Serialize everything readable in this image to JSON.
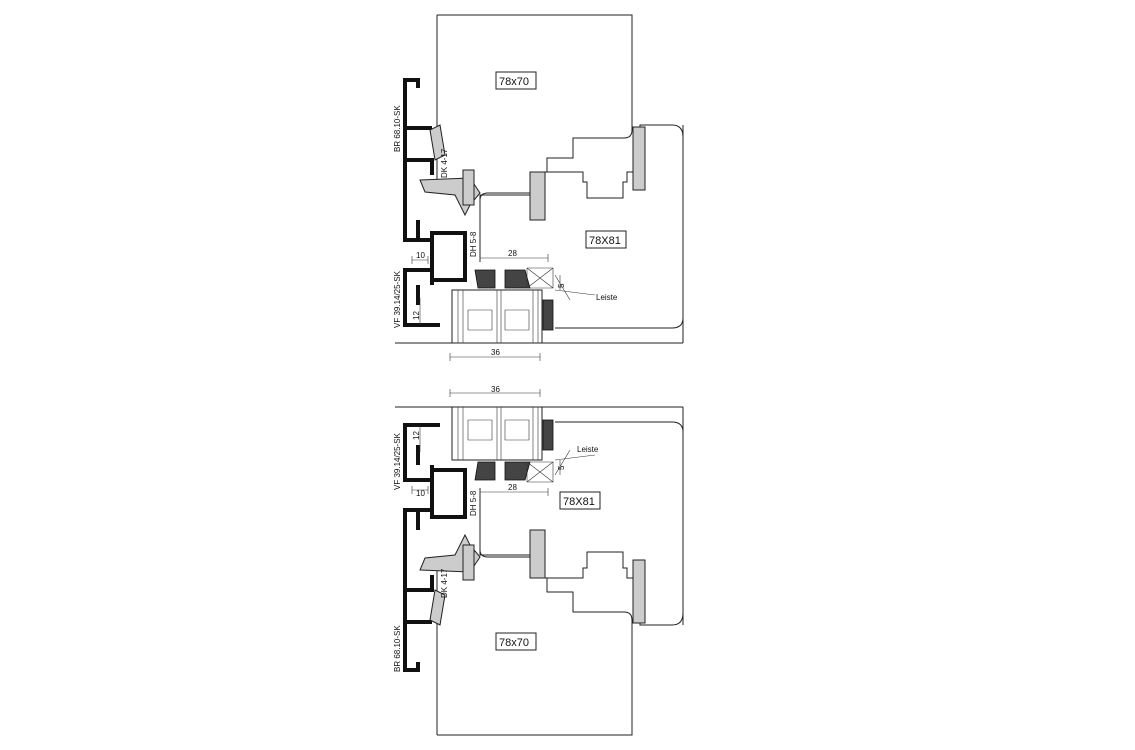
{
  "drawing": {
    "top_section": {
      "sash_label": "78x70",
      "frame_label": "78X81",
      "profile_label_upper": "BR 68.10-SK",
      "profile_label_lower": "VF 39.14/25-SK",
      "seal_label_1": "DK 4-17",
      "seal_label_2": "DH 5-8",
      "dim_10": "10",
      "dim_12": "12",
      "dim_28": "28",
      "dim_5": "5",
      "dim_36": "36",
      "bead_label": "Leiste"
    },
    "bottom_section": {
      "sash_label": "78x70",
      "frame_label": "78X81",
      "profile_label_upper": "VF 39.14/25-SK",
      "profile_label_lower": "BR 68.10-SK",
      "seal_label_1": "DH 5-8",
      "seal_label_2": "DK 4-17",
      "dim_10": "10",
      "dim_12": "12",
      "dim_28": "28",
      "dim_5": "5",
      "dim_36": "36",
      "bead_label": "Leiste"
    }
  }
}
